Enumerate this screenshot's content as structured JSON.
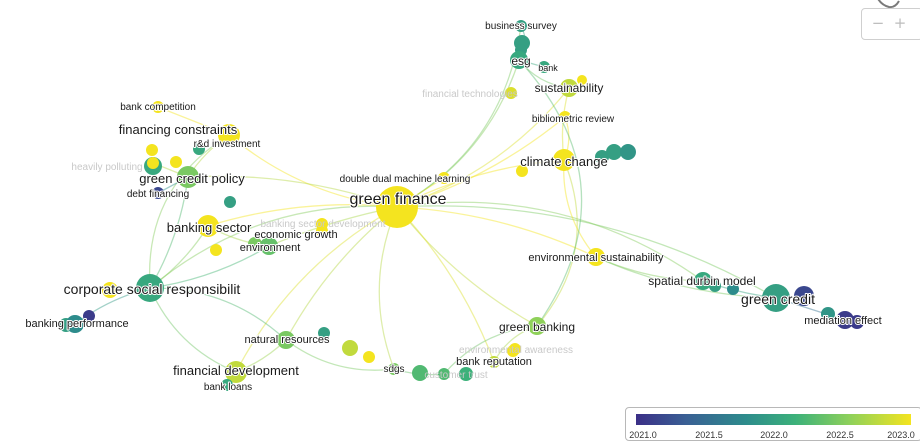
{
  "legend": {
    "ticks": [
      "2021.0",
      "2021.5",
      "2022.0",
      "2022.5",
      "2023.0"
    ],
    "colors": [
      "#3b2f87",
      "#3a5f94",
      "#2d8c8c",
      "#3cb17a",
      "#8fd15a",
      "#f4e41f"
    ]
  },
  "zoom": {
    "out_symbol": "−",
    "in_symbol": "+"
  },
  "nodes": [
    {
      "id": "green-finance",
      "label": "green finance",
      "weight": 5,
      "year": 2023.0
    },
    {
      "id": "corporate-social-responsibility",
      "label": "corporate social responsibilit",
      "weight": 4,
      "year": 2022.1
    },
    {
      "id": "green-credit",
      "label": "green credit",
      "weight": 4,
      "year": 2022.0
    },
    {
      "id": "climate-change",
      "label": "climate change",
      "weight": 3,
      "year": 2023.0
    },
    {
      "id": "financing-constraints",
      "label": "financing constraints",
      "weight": 3,
      "year": 2023.0
    },
    {
      "id": "green-credit-policy",
      "label": "green credit policy",
      "weight": 3,
      "year": 2022.5
    },
    {
      "id": "banking-sector",
      "label": "banking sector",
      "weight": 3,
      "year": 2023.0
    },
    {
      "id": "financial-development",
      "label": "financial development",
      "weight": 3,
      "year": 2022.8
    },
    {
      "id": "sustainability",
      "label": "sustainability",
      "weight": 2,
      "year": 2022.8
    },
    {
      "id": "esg",
      "label": "esg",
      "weight": 2,
      "year": 2022.1
    },
    {
      "id": "green-banking",
      "label": "green banking",
      "weight": 2,
      "year": 2022.6
    },
    {
      "id": "spatial-durbin-model",
      "label": "spatial durbin model",
      "weight": 2,
      "year": 2022.1
    },
    {
      "id": "banking-performance",
      "label": "banking performance",
      "weight": 2,
      "year": 2021.8
    },
    {
      "id": "environmental-sustainability",
      "label": "environmental sustainability",
      "weight": 2,
      "year": 2023.0
    },
    {
      "id": "mediation-effect",
      "label": "mediation effect",
      "weight": 2,
      "year": 2021.1
    },
    {
      "id": "natural-resources",
      "label": "natural resources",
      "weight": 2,
      "year": 2022.5
    },
    {
      "id": "environment",
      "label": "environment",
      "weight": 2,
      "year": 2022.4
    },
    {
      "id": "double-dual-machine-learning",
      "label": "double dual machine learning",
      "weight": 1,
      "year": 2023.0
    },
    {
      "id": "bibliometric-review",
      "label": "bibliometric review",
      "weight": 1,
      "year": 2023.0
    },
    {
      "id": "business-survey",
      "label": "business survey",
      "weight": 1,
      "year": 2022.0
    },
    {
      "id": "bank",
      "label": "bank",
      "weight": 1,
      "year": 2022.1
    },
    {
      "id": "bank-competition",
      "label": "bank competition",
      "weight": 1,
      "year": 2023.0
    },
    {
      "id": "rd-investment",
      "label": "r&d investment",
      "weight": 1,
      "year": 2022.1
    },
    {
      "id": "debt-financing",
      "label": "debt financing",
      "weight": 1,
      "year": 2021.2
    },
    {
      "id": "bank-reputation",
      "label": "bank reputation",
      "weight": 1,
      "year": 2022.8
    },
    {
      "id": "sdgs",
      "label": "sdgs",
      "weight": 1,
      "year": 2022.5
    },
    {
      "id": "bank-loans",
      "label": "bank loans",
      "weight": 1,
      "year": 2022.1
    },
    {
      "id": "financial-technologies",
      "label": "financial technologies",
      "weight": 1,
      "year": 2022.9,
      "faded": true
    },
    {
      "id": "heavily-polluting",
      "label": "heavily polluting",
      "weight": 1,
      "year": 2023.0,
      "faded": true
    },
    {
      "id": "banking-sector-development",
      "label": "banking sector development",
      "weight": 1,
      "year": 2023.0,
      "faded": true
    },
    {
      "id": "economic-growth",
      "label": "economic growth",
      "weight": 1,
      "year": 2023.0
    },
    {
      "id": "environmental-awareness",
      "label": "environmental awareness",
      "weight": 1,
      "year": 2023.0,
      "faded": true
    },
    {
      "id": "customer-trust",
      "label": "customer trust",
      "weight": 1,
      "year": 2022.3,
      "faded": true
    }
  ]
}
